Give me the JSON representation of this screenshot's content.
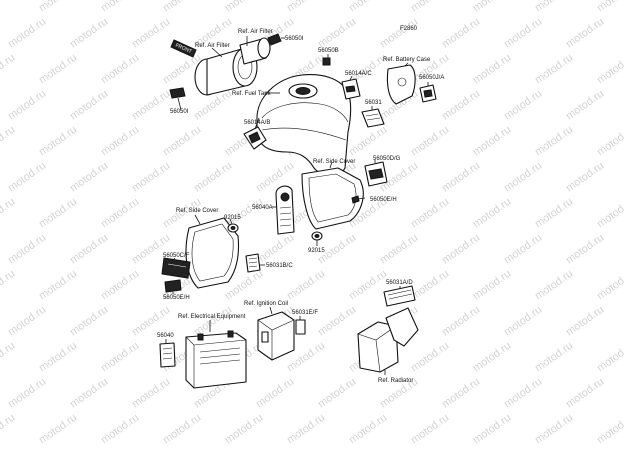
{
  "figure_code": "F2860",
  "watermark_text": "motod.ru",
  "labels": {
    "ref_air_filter_top": "Ref. Air Filter",
    "ref_air_filter_left": "Ref. Air Filter",
    "p_56050i_top": "56050I",
    "p_56050i_left": "56050I",
    "front_sticker": "FRONT",
    "ref_fuel_tank": "Ref. Fuel Tank",
    "p_56050b": "56050B",
    "p_56014ac": "56014A/C",
    "ref_battery_case": "Ref. Battery Case",
    "p_56050ja": "56050J/A",
    "p_56031": "56031",
    "p_56014ab": "56014A/B",
    "ref_side_cover_right": "Ref. Side Cover",
    "p_56050dg": "56050D/G",
    "p_56050eh_right": "56050E/H",
    "p_56040a": "56040A",
    "p_92015_right": "92015",
    "ref_side_cover_left": "Ref. Side Cover",
    "p_92015_left": "92015",
    "p_56050cf": "56050C/F",
    "p_56031bc": "56031B/C",
    "p_56050eh_left": "56050E/H",
    "ref_ignition_coil": "Ref. Ignition Coil",
    "ref_electrical": "Ref. Electrical Equipment",
    "p_56031ef": "56031E/F",
    "p_56040": "56040",
    "p_56031ad": "56031A/D",
    "ref_radiator": "Ref. Radiator"
  }
}
